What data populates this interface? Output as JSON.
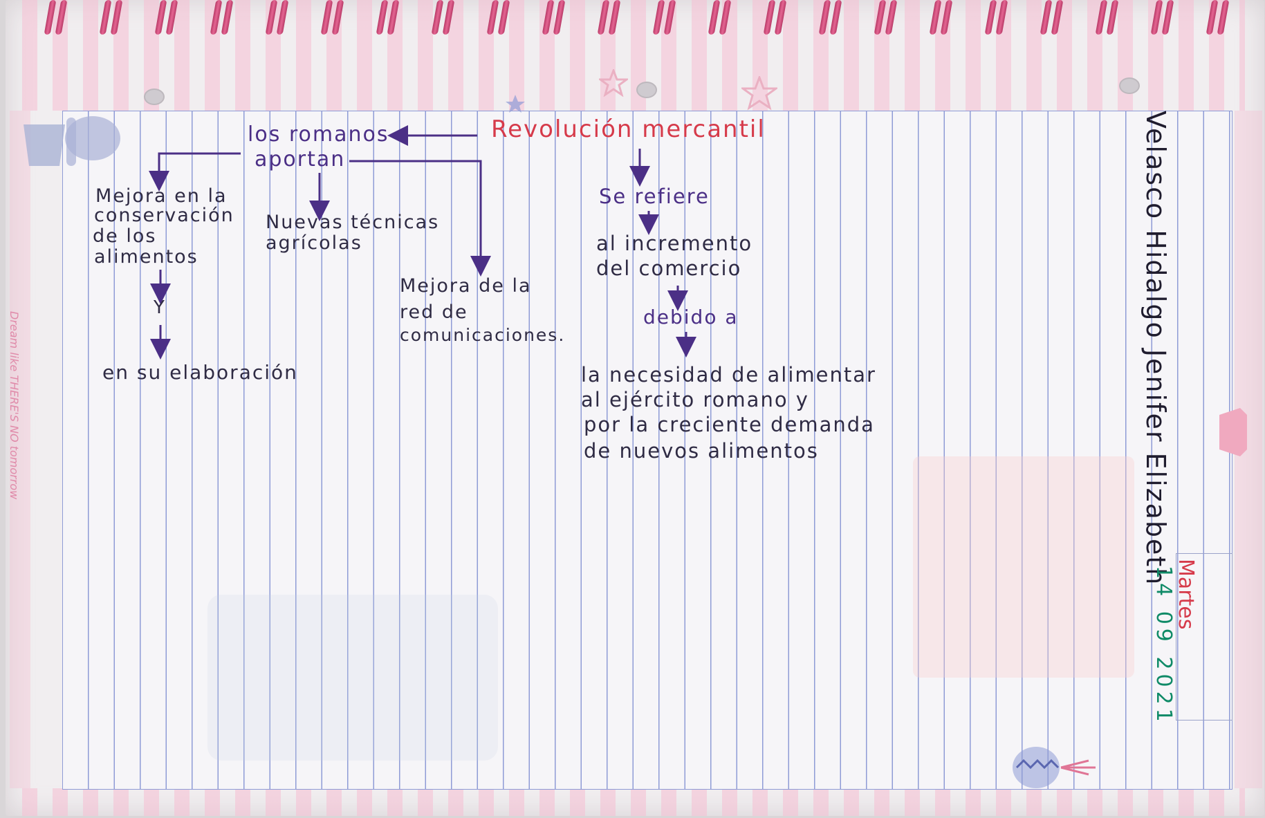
{
  "notebook": {
    "brand_label": "Dream like THERE'S NO tomorrow"
  },
  "concept_map": {
    "central_topic": "Revolución mercantil",
    "left_branch": {
      "heading_line1": "los romanos",
      "heading_line2": "aportan",
      "items": [
        {
          "lines": [
            "Mejora en la",
            "conservación",
            "de los",
            "alimentos"
          ]
        },
        {
          "lines": [
            "Nuevas técnicas",
            "agrícolas"
          ]
        },
        {
          "lines": [
            "Mejora de la",
            "red de",
            "comunicaciones."
          ]
        }
      ],
      "connector_word": "Y",
      "sub_item": "en su elaboración"
    },
    "right_branch": {
      "link1": "Se refiere",
      "definition_lines": [
        "al incremento",
        "del comercio"
      ],
      "link2": "debido a",
      "cause_lines": [
        "la necesidad de alimentar",
        "al ejército romano y",
        "por la creciente demanda",
        "de nuevos alimentos"
      ]
    }
  },
  "header": {
    "student_name": "Velasco Hidalgo Jenifer Elizabeth",
    "day": "Martes",
    "date": "14 09 2021"
  },
  "colors": {
    "ink_purple": "#4b2f86",
    "ink_red": "#d63a4a",
    "ink_green": "#0f8a67",
    "ink_black": "#2f2b44",
    "page_lines": "#8e9bd6",
    "coil_pink": "#e46592"
  }
}
